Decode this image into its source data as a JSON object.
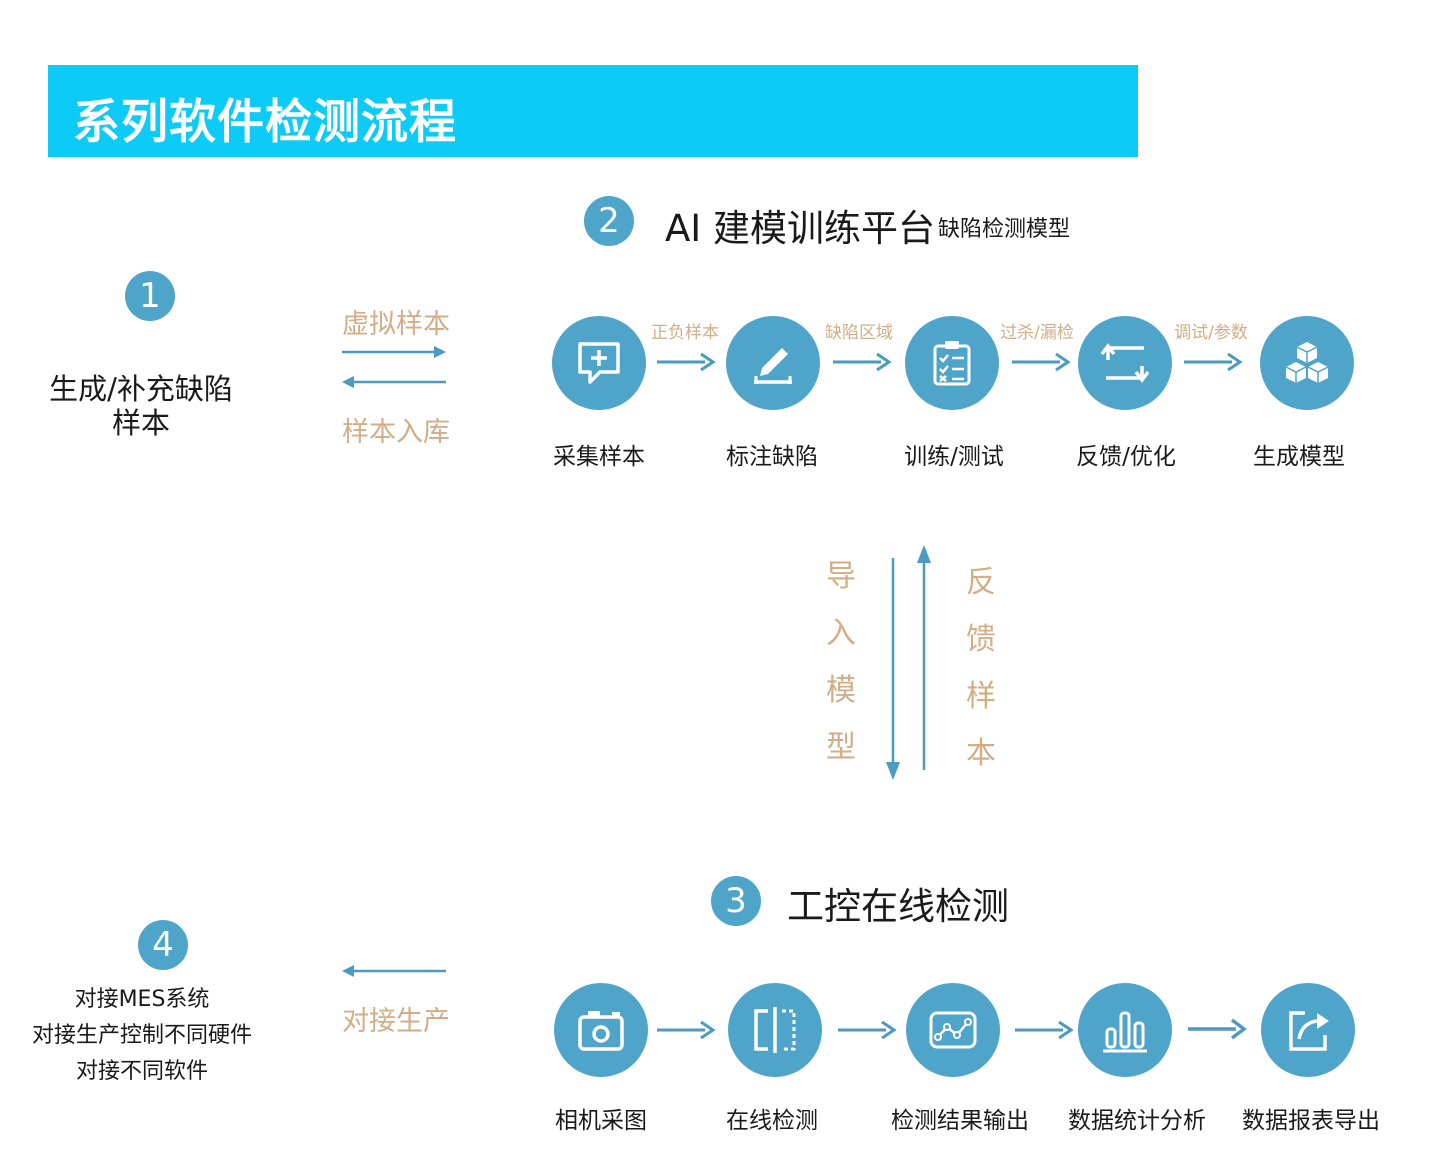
{
  "title": "系列软件检测流程",
  "section1": {
    "number": "1",
    "label_line1": "生成/补充缺陷",
    "label_line2": "样本"
  },
  "exchange1": {
    "top": "虚拟样本",
    "bottom": "样本入库"
  },
  "section2": {
    "number": "2",
    "title": "AI 建模训练平台",
    "subtitle": "缺陷检测模型",
    "steps": [
      {
        "label": "采集样本",
        "icon": "chat-plus-icon"
      },
      {
        "label": "标注缺陷",
        "icon": "pen-annotate-icon"
      },
      {
        "label": "训练/测试",
        "icon": "clipboard-check-icon"
      },
      {
        "label": "反馈/优化",
        "icon": "cycle-arrows-icon"
      },
      {
        "label": "生成模型",
        "icon": "cubes-icon"
      }
    ],
    "connectors": [
      "正负样本",
      "缺陷区域",
      "过杀/漏检",
      "调试/参数"
    ]
  },
  "vertical": {
    "left": [
      "导",
      "入",
      "模",
      "型"
    ],
    "right": [
      "反",
      "馈",
      "样",
      "本"
    ]
  },
  "section3": {
    "number": "3",
    "title": "工控在线检测",
    "steps": [
      {
        "label": "相机采图",
        "icon": "camera-icon"
      },
      {
        "label": "在线检测",
        "icon": "scan-frame-icon"
      },
      {
        "label": "检测结果输出",
        "icon": "line-chart-icon"
      },
      {
        "label": "数据统计分析",
        "icon": "bar-chart-icon"
      },
      {
        "label": "数据报表导出",
        "icon": "export-icon"
      }
    ]
  },
  "section4": {
    "number": "4",
    "lines": [
      "对接MES系统",
      "对接生产控制不同硬件",
      "对接不同软件"
    ]
  },
  "exchange4": {
    "label": "对接生产"
  },
  "colors": {
    "banner": "#0ccbf7",
    "circle": "#4ea4c9",
    "accent_text": "#d2ad85",
    "arrow": "#4a9ac1"
  }
}
